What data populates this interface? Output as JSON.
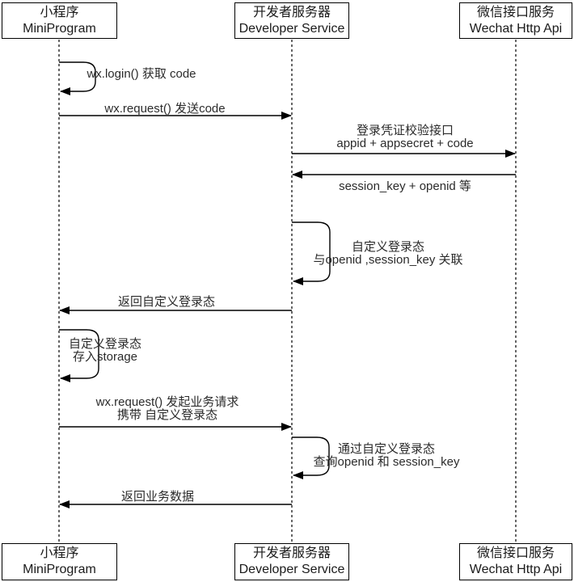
{
  "diagram": {
    "type": "sequence",
    "colors": {
      "line": "#000000",
      "text": "#2b2b2b",
      "actor_border": "#000000",
      "background": "#ffffff"
    },
    "actors": [
      {
        "id": "miniprogram",
        "label_zh": "小程序",
        "label_en": "MiniProgram"
      },
      {
        "id": "developer-service",
        "label_zh": "开发者服务器",
        "label_en": "Developer Service"
      },
      {
        "id": "wechat-api",
        "label_zh": "微信接口服务",
        "label_en": "Wechat Http Api"
      }
    ],
    "messages": [
      {
        "kind": "self-loop",
        "actor": "miniprogram",
        "lines": [
          "wx.login() 获取 code"
        ]
      },
      {
        "kind": "arrow",
        "from": "miniprogram",
        "to": "developer-service",
        "lines": [
          "wx.request() 发送code"
        ]
      },
      {
        "kind": "arrow",
        "from": "developer-service",
        "to": "wechat-api",
        "lines": [
          "登录凭证校验接口",
          "appid + appsecret + code"
        ]
      },
      {
        "kind": "arrow",
        "from": "wechat-api",
        "to": "developer-service",
        "lines": [
          "session_key + openid 等"
        ]
      },
      {
        "kind": "self-loop",
        "actor": "developer-service",
        "lines": [
          "自定义登录态",
          "与openid ,session_key 关联"
        ]
      },
      {
        "kind": "arrow",
        "from": "developer-service",
        "to": "miniprogram",
        "lines": [
          "返回自定义登录态"
        ]
      },
      {
        "kind": "self-loop",
        "actor": "miniprogram",
        "lines": [
          "自定义登录态",
          "存入storage"
        ]
      },
      {
        "kind": "arrow",
        "from": "miniprogram",
        "to": "developer-service",
        "lines": [
          "wx.request() 发起业务请求",
          "携带 自定义登录态"
        ]
      },
      {
        "kind": "self-loop",
        "actor": "developer-service",
        "lines": [
          "通过自定义登录态",
          "查询openid 和 session_key"
        ]
      },
      {
        "kind": "arrow",
        "from": "developer-service",
        "to": "miniprogram",
        "lines": [
          "返回业务数据"
        ]
      }
    ]
  }
}
